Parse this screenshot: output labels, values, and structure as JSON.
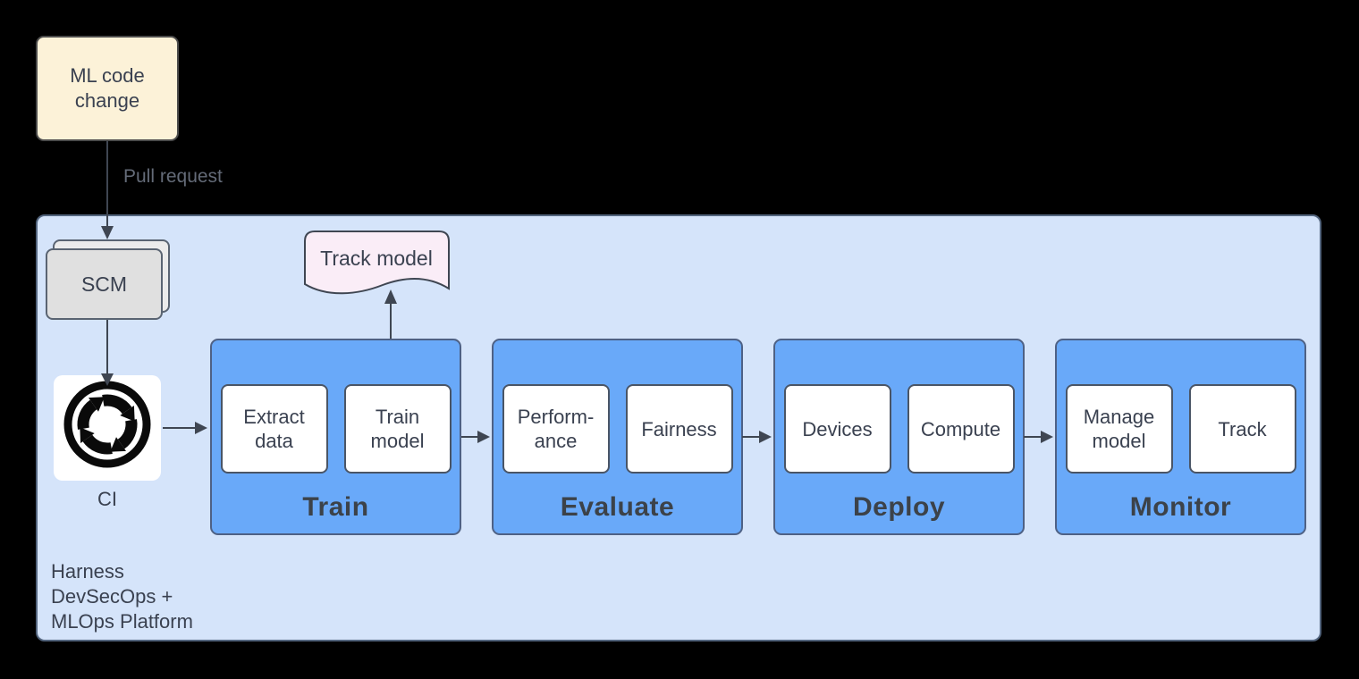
{
  "colors": {
    "canvas-bg": "#000000",
    "platform-fill": "#D5E4FA",
    "platform-border": "#53657E",
    "stage-fill": "#69A9F9",
    "stage-border": "#4E6185",
    "subbox-fill": "#FFFFFF",
    "subbox-border": "#4A5566",
    "ml-fill": "#FCF2D8",
    "ml-border": "#4B4B4B",
    "scm-front-fill": "#E0E0E0",
    "scm-back-fill": "#EBEBEB",
    "scm-border": "#5A6472",
    "doc-fill": "#FAEDF7",
    "doc-border": "#3F4652",
    "arrow": "#3F4652",
    "text": "#3A4150",
    "muted-text": "#646B78",
    "icon": "#0A0A0A"
  },
  "ml_code_change": {
    "label": "ML code\nchange"
  },
  "pull_request": {
    "label": "Pull request"
  },
  "scm": {
    "label": "SCM"
  },
  "ci": {
    "label": "CI"
  },
  "track_model": {
    "label": "Track model"
  },
  "platform": {
    "label": "Harness\nDevSecOps +\nMLOps Platform"
  },
  "stages": [
    {
      "label": "Train",
      "items": [
        "Extract\ndata",
        "Train\nmodel"
      ]
    },
    {
      "label": "Evaluate",
      "items": [
        "Perform-\nance",
        "Fairness"
      ]
    },
    {
      "label": "Deploy",
      "items": [
        "Devices",
        "Compute"
      ]
    },
    {
      "label": "Monitor",
      "items": [
        "Manage\nmodel",
        "Track"
      ]
    }
  ],
  "edges": [
    {
      "from": "ML code change",
      "to": "SCM",
      "label": "Pull request"
    },
    {
      "from": "SCM",
      "to": "CI",
      "label": ""
    },
    {
      "from": "CI",
      "to": "Train",
      "label": ""
    },
    {
      "from": "Train",
      "to": "Track model",
      "label": ""
    },
    {
      "from": "Train",
      "to": "Evaluate",
      "label": ""
    },
    {
      "from": "Evaluate",
      "to": "Deploy",
      "label": ""
    },
    {
      "from": "Deploy",
      "to": "Monitor",
      "label": ""
    }
  ]
}
